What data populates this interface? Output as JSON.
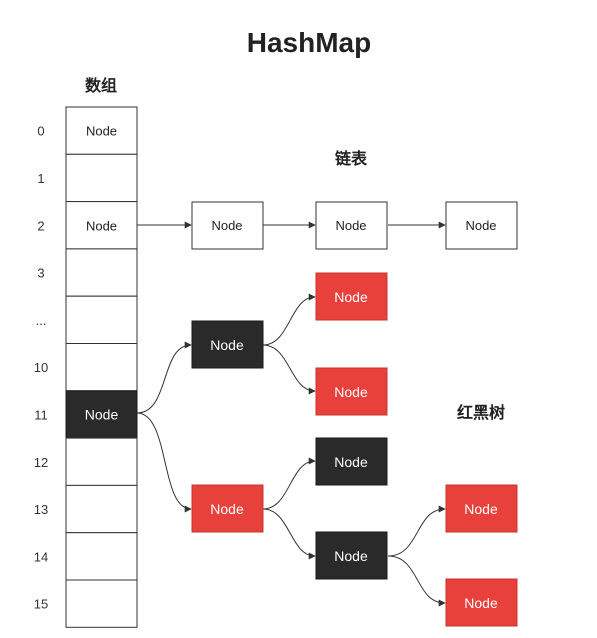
{
  "title": "HashMap",
  "array_label": "数组",
  "linked_list_label": "链表",
  "rb_tree_label": "红黑树",
  "array": {
    "indices": [
      "0",
      "1",
      "2",
      "3",
      "...",
      "10",
      "11",
      "12",
      "13",
      "14",
      "15"
    ],
    "cells": [
      {
        "label": "Node",
        "style": "white"
      },
      {
        "label": "",
        "style": "white"
      },
      {
        "label": "Node",
        "style": "white"
      },
      {
        "label": "",
        "style": "white"
      },
      {
        "label": "",
        "style": "white"
      },
      {
        "label": "",
        "style": "white"
      },
      {
        "label": "Node",
        "style": "black"
      },
      {
        "label": "",
        "style": "white"
      },
      {
        "label": "",
        "style": "white"
      },
      {
        "label": "",
        "style": "white"
      },
      {
        "label": "",
        "style": "white"
      }
    ]
  },
  "linked_list": [
    {
      "label": "Node",
      "style": "white"
    },
    {
      "label": "Node",
      "style": "white"
    },
    {
      "label": "Node",
      "style": "white"
    }
  ],
  "tree": {
    "root": {
      "label": "Node",
      "style": "black"
    },
    "left": {
      "label": "Node",
      "style": "black"
    },
    "left_left": {
      "label": "Node",
      "style": "red"
    },
    "left_right": {
      "label": "Node",
      "style": "red"
    },
    "right": {
      "label": "Node",
      "style": "red"
    },
    "right_left": {
      "label": "Node",
      "style": "black"
    },
    "right_right": {
      "label": "Node",
      "style": "black"
    },
    "right_right_left": {
      "label": "Node",
      "style": "red"
    },
    "right_right_right": {
      "label": "Node",
      "style": "red"
    }
  },
  "colors": {
    "red": "#e8413c",
    "black": "#2a2a2a",
    "white": "#ffffff"
  }
}
